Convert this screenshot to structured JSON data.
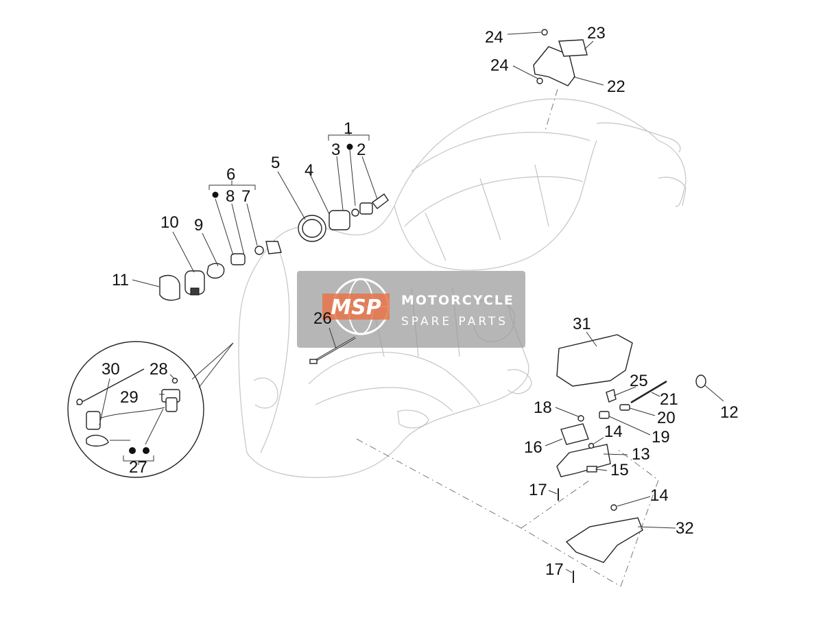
{
  "watermark": {
    "logo_text": "MSP",
    "line1": "MOTORCYCLE",
    "line2": "SPARE PARTS"
  },
  "callouts": {
    "c1": "1",
    "c2": "2",
    "c3": "3",
    "c4": "4",
    "c5": "5",
    "c6": "6",
    "c7": "7",
    "c8": "8",
    "c9": "9",
    "c10": "10",
    "c11": "11",
    "c12": "12",
    "c13": "13",
    "c14a": "14",
    "c14b": "14",
    "c15": "15",
    "c16": "16",
    "c17a": "17",
    "c17b": "17",
    "c18": "18",
    "c19": "19",
    "c20": "20",
    "c21": "21",
    "c22": "22",
    "c23": "23",
    "c24a": "24",
    "c24b": "24",
    "c25": "25",
    "c26": "26",
    "c27": "27",
    "c28": "28",
    "c29": "29",
    "c30": "30",
    "c31": "31",
    "c32": "32"
  },
  "colors": {
    "frame_outline": "#c4c4c4",
    "watermark_box": "#9a9a9a",
    "watermark_logo": "#e8744a",
    "watermark_text": "#ffffff"
  }
}
